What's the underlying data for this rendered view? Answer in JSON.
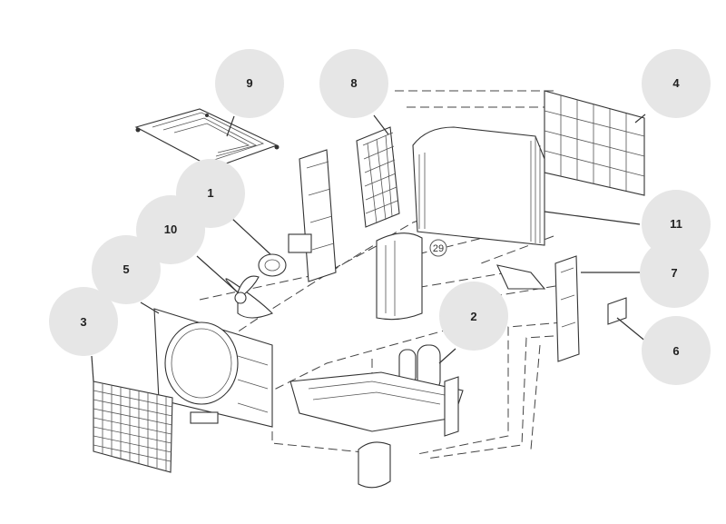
{
  "callouts": [
    {
      "id": "c1",
      "label": "1"
    },
    {
      "id": "c2",
      "label": "2"
    },
    {
      "id": "c3",
      "label": "3"
    },
    {
      "id": "c4",
      "label": "4"
    },
    {
      "id": "c5",
      "label": "5"
    },
    {
      "id": "c6",
      "label": "6"
    },
    {
      "id": "c7",
      "label": "7"
    },
    {
      "id": "c8",
      "label": "8"
    },
    {
      "id": "c9",
      "label": "9"
    },
    {
      "id": "c10",
      "label": "10"
    },
    {
      "id": "c11",
      "label": "11"
    }
  ],
  "inline_marker": "29"
}
